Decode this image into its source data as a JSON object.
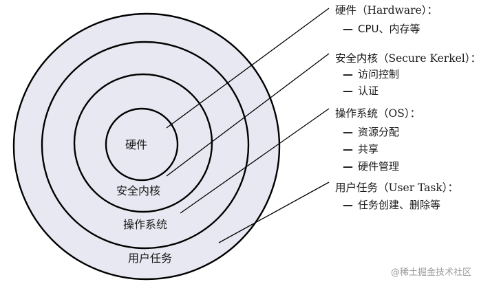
{
  "diagram": {
    "rings": [
      {
        "label": "硬件"
      },
      {
        "label": "安全内核"
      },
      {
        "label": "操作系统"
      },
      {
        "label": "用户任务"
      }
    ],
    "groups": [
      {
        "title": "硬件（Hardware）：",
        "items": [
          "CPU、内存等"
        ]
      },
      {
        "title": "安全内核（Secure Kerkel）：",
        "items": [
          "访问控制",
          "认证"
        ]
      },
      {
        "title": "操作系统（OS）：",
        "items": [
          "资源分配",
          "共享",
          "硬件管理"
        ]
      },
      {
        "title": "用户任务（User Task）：",
        "items": [
          "任务创建、删除等"
        ]
      }
    ],
    "bullet": "—",
    "colors": {
      "ring_fill": "#e8e8f2",
      "stroke": "#000000"
    }
  },
  "watermark": {
    "text": "@稀土掘金技术社区"
  }
}
